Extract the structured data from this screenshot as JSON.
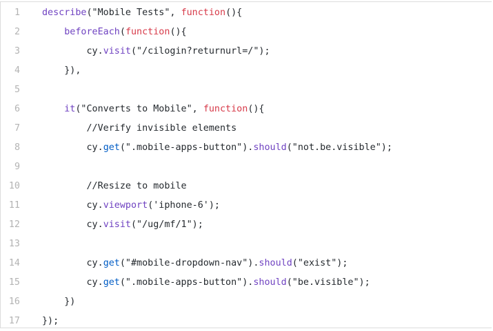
{
  "editor": {
    "language": "javascript",
    "colors": {
      "text": "#24292e",
      "function_name": "#6f42c1",
      "keyword": "#d73a49",
      "builtin": "#005cc5",
      "line_number": "#b3b3b3",
      "border": "#dcdcdc"
    },
    "lines": [
      {
        "n": "1",
        "indent": "",
        "tokens": [
          {
            "t": "describe",
            "c": "k-purple"
          },
          {
            "t": "(\"Mobile Tests\", ",
            "c": ""
          },
          {
            "t": "function",
            "c": "k-red"
          },
          {
            "t": "(){",
            "c": ""
          }
        ]
      },
      {
        "n": "2",
        "indent": "    ",
        "tokens": [
          {
            "t": "beforeEach",
            "c": "k-purple"
          },
          {
            "t": "(",
            "c": ""
          },
          {
            "t": "function",
            "c": "k-red"
          },
          {
            "t": "(){",
            "c": ""
          }
        ]
      },
      {
        "n": "3",
        "indent": "        ",
        "tokens": [
          {
            "t": "cy.",
            "c": ""
          },
          {
            "t": "visit",
            "c": "k-purple"
          },
          {
            "t": "(\"/cilogin?returnurl=/\");",
            "c": ""
          }
        ]
      },
      {
        "n": "4",
        "indent": "    ",
        "tokens": [
          {
            "t": "}),",
            "c": ""
          }
        ]
      },
      {
        "n": "5",
        "indent": "",
        "tokens": []
      },
      {
        "n": "6",
        "indent": "    ",
        "tokens": [
          {
            "t": "it",
            "c": "k-purple"
          },
          {
            "t": "(\"Converts to Mobile\", ",
            "c": ""
          },
          {
            "t": "function",
            "c": "k-red"
          },
          {
            "t": "(){",
            "c": ""
          }
        ]
      },
      {
        "n": "7",
        "indent": "        ",
        "tokens": [
          {
            "t": "//Verify invisible elements",
            "c": "comment"
          }
        ]
      },
      {
        "n": "8",
        "indent": "        ",
        "tokens": [
          {
            "t": "cy.",
            "c": ""
          },
          {
            "t": "get",
            "c": "k-blue"
          },
          {
            "t": "(\".mobile-apps-button\").",
            "c": ""
          },
          {
            "t": "should",
            "c": "k-purple"
          },
          {
            "t": "(\"not.be.visible\");",
            "c": ""
          }
        ]
      },
      {
        "n": "9",
        "indent": "",
        "tokens": []
      },
      {
        "n": "10",
        "indent": "        ",
        "tokens": [
          {
            "t": "//Resize to mobile",
            "c": "comment"
          }
        ]
      },
      {
        "n": "11",
        "indent": "        ",
        "tokens": [
          {
            "t": "cy.",
            "c": ""
          },
          {
            "t": "viewport",
            "c": "k-purple"
          },
          {
            "t": "('iphone-6');",
            "c": ""
          }
        ]
      },
      {
        "n": "12",
        "indent": "        ",
        "tokens": [
          {
            "t": "cy.",
            "c": ""
          },
          {
            "t": "visit",
            "c": "k-purple"
          },
          {
            "t": "(\"/ug/mf/1\");",
            "c": ""
          }
        ]
      },
      {
        "n": "13",
        "indent": "",
        "tokens": []
      },
      {
        "n": "14",
        "indent": "        ",
        "tokens": [
          {
            "t": "cy.",
            "c": ""
          },
          {
            "t": "get",
            "c": "k-blue"
          },
          {
            "t": "(\"#mobile-dropdown-nav\").",
            "c": ""
          },
          {
            "t": "should",
            "c": "k-purple"
          },
          {
            "t": "(\"exist\");",
            "c": ""
          }
        ]
      },
      {
        "n": "15",
        "indent": "        ",
        "tokens": [
          {
            "t": "cy.",
            "c": ""
          },
          {
            "t": "get",
            "c": "k-blue"
          },
          {
            "t": "(\".mobile-apps-button\").",
            "c": ""
          },
          {
            "t": "should",
            "c": "k-purple"
          },
          {
            "t": "(\"be.visible\");",
            "c": ""
          }
        ]
      },
      {
        "n": "16",
        "indent": "    ",
        "tokens": [
          {
            "t": "})",
            "c": ""
          }
        ]
      },
      {
        "n": "17",
        "indent": "",
        "tokens": [
          {
            "t": "});",
            "c": ""
          }
        ]
      }
    ]
  }
}
